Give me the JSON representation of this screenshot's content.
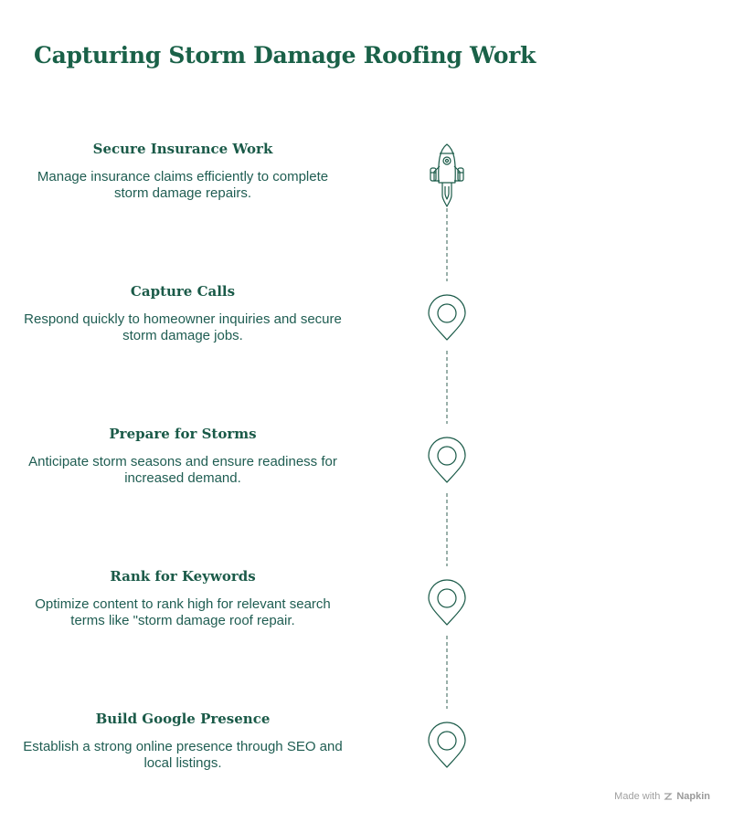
{
  "title": "Capturing Storm Damage Roofing Work",
  "steps": [
    {
      "title": "Secure Insurance Work",
      "description_lines": [
        "Manage insurance claims efficiently to complete",
        "storm damage repairs."
      ],
      "icon": "rocket-icon"
    },
    {
      "title": "Capture Calls",
      "description_lines": [
        "Respond quickly to homeowner inquiries and secure",
        "storm damage jobs."
      ],
      "icon": "map-pin-icon"
    },
    {
      "title": "Prepare for Storms",
      "description_lines": [
        "Anticipate storm seasons and ensure readiness for",
        "increased demand."
      ],
      "icon": "map-pin-icon"
    },
    {
      "title": "Rank for Keywords",
      "description_lines": [
        "Optimize content to rank high for relevant search",
        "terms like \"storm damage roof repair."
      ],
      "icon": "map-pin-icon"
    },
    {
      "title": "Build Google Presence",
      "description_lines": [
        "Establish a strong online presence through SEO and",
        "local listings."
      ],
      "icon": "map-pin-icon"
    }
  ],
  "footer": {
    "made_with": "Made with",
    "brand": "Napkin"
  },
  "colors": {
    "primary": "#1a6148",
    "text": "#1f5d52",
    "line": "#6f8f86",
    "footer": "#a0a0a0"
  }
}
